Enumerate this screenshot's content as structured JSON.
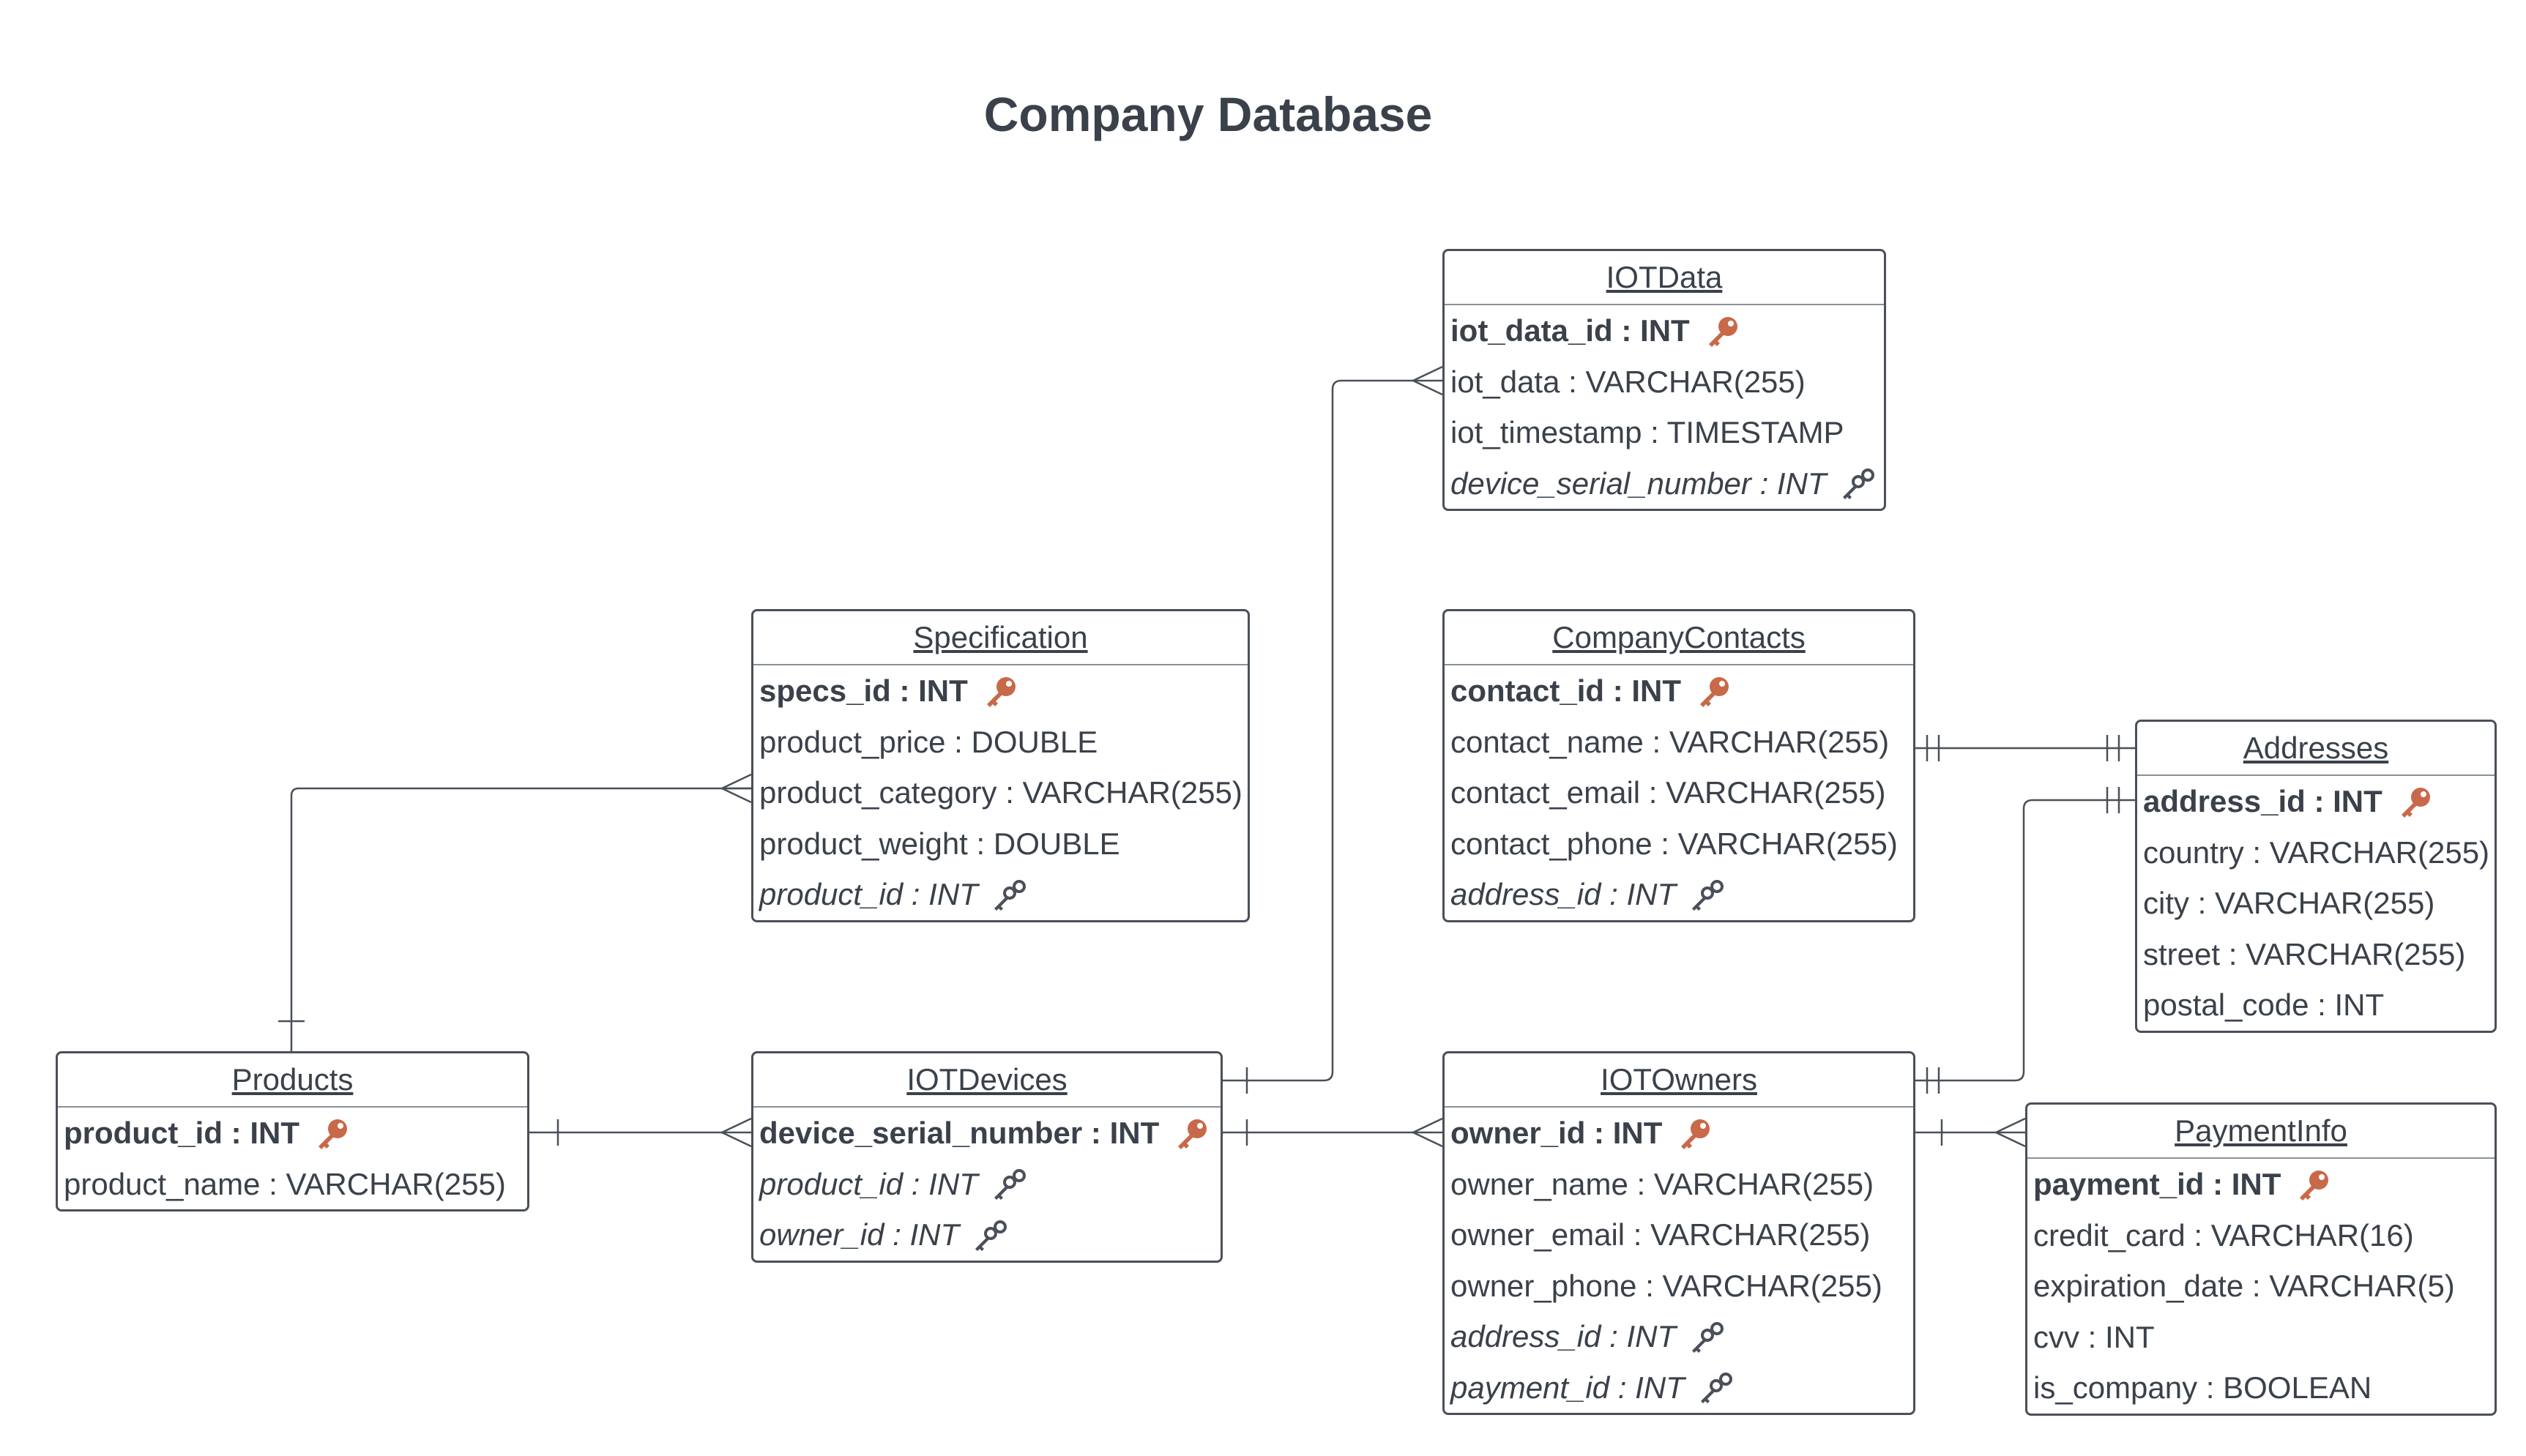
{
  "title": "Company Database",
  "colors": {
    "line": "#4a5059",
    "text": "#3a414a",
    "pk_key": "#c8694a",
    "fk_key": "#4a5059"
  },
  "icons": {
    "primary_key": "orange-key-icon",
    "foreign_key": "double-key-icon"
  },
  "entities": {
    "iotdata": {
      "name": "IOTData",
      "fields": [
        {
          "text": "iot_data_id : INT",
          "kind": "pk"
        },
        {
          "text": "iot_data : VARCHAR(255)",
          "kind": "plain"
        },
        {
          "text": "iot_timestamp : TIMESTAMP",
          "kind": "plain"
        },
        {
          "text": "device_serial_number : INT",
          "kind": "fk"
        }
      ]
    },
    "specification": {
      "name": "Specification",
      "fields": [
        {
          "text": "specs_id : INT",
          "kind": "pk"
        },
        {
          "text": "product_price : DOUBLE",
          "kind": "plain"
        },
        {
          "text": "product_category : VARCHAR(255)",
          "kind": "plain"
        },
        {
          "text": "product_weight : DOUBLE",
          "kind": "plain"
        },
        {
          "text": "product_id : INT",
          "kind": "fk"
        }
      ]
    },
    "companycontacts": {
      "name": "CompanyContacts",
      "fields": [
        {
          "text": "contact_id : INT",
          "kind": "pk"
        },
        {
          "text": "contact_name : VARCHAR(255)",
          "kind": "plain"
        },
        {
          "text": "contact_email : VARCHAR(255)",
          "kind": "plain"
        },
        {
          "text": "contact_phone : VARCHAR(255)",
          "kind": "plain"
        },
        {
          "text": "address_id : INT",
          "kind": "fk"
        }
      ]
    },
    "addresses": {
      "name": "Addresses",
      "fields": [
        {
          "text": "address_id : INT",
          "kind": "pk"
        },
        {
          "text": "country : VARCHAR(255)",
          "kind": "plain"
        },
        {
          "text": "city : VARCHAR(255)",
          "kind": "plain"
        },
        {
          "text": "street : VARCHAR(255)",
          "kind": "plain"
        },
        {
          "text": "postal_code : INT",
          "kind": "plain"
        }
      ]
    },
    "products": {
      "name": "Products",
      "fields": [
        {
          "text": "product_id : INT",
          "kind": "pk"
        },
        {
          "text": "product_name : VARCHAR(255)",
          "kind": "plain"
        }
      ]
    },
    "iotdevices": {
      "name": "IOTDevices",
      "fields": [
        {
          "text": "device_serial_number : INT",
          "kind": "pk"
        },
        {
          "text": "product_id : INT",
          "kind": "fk"
        },
        {
          "text": "owner_id : INT",
          "kind": "fk"
        }
      ]
    },
    "iotowners": {
      "name": "IOTOwners",
      "fields": [
        {
          "text": "owner_id : INT",
          "kind": "pk"
        },
        {
          "text": "owner_name : VARCHAR(255)",
          "kind": "plain"
        },
        {
          "text": "owner_email : VARCHAR(255)",
          "kind": "plain"
        },
        {
          "text": "owner_phone : VARCHAR(255)",
          "kind": "plain"
        },
        {
          "text": "address_id : INT",
          "kind": "fk"
        },
        {
          "text": "payment_id : INT",
          "kind": "fk"
        }
      ]
    },
    "paymentinfo": {
      "name": "PaymentInfo",
      "fields": [
        {
          "text": "payment_id : INT",
          "kind": "pk"
        },
        {
          "text": "credit_card : VARCHAR(16)",
          "kind": "plain"
        },
        {
          "text": "expiration_date : VARCHAR(5)",
          "kind": "plain"
        },
        {
          "text": "cvv : INT",
          "kind": "plain"
        },
        {
          "text": "is_company : BOOLEAN",
          "kind": "plain"
        }
      ]
    }
  }
}
